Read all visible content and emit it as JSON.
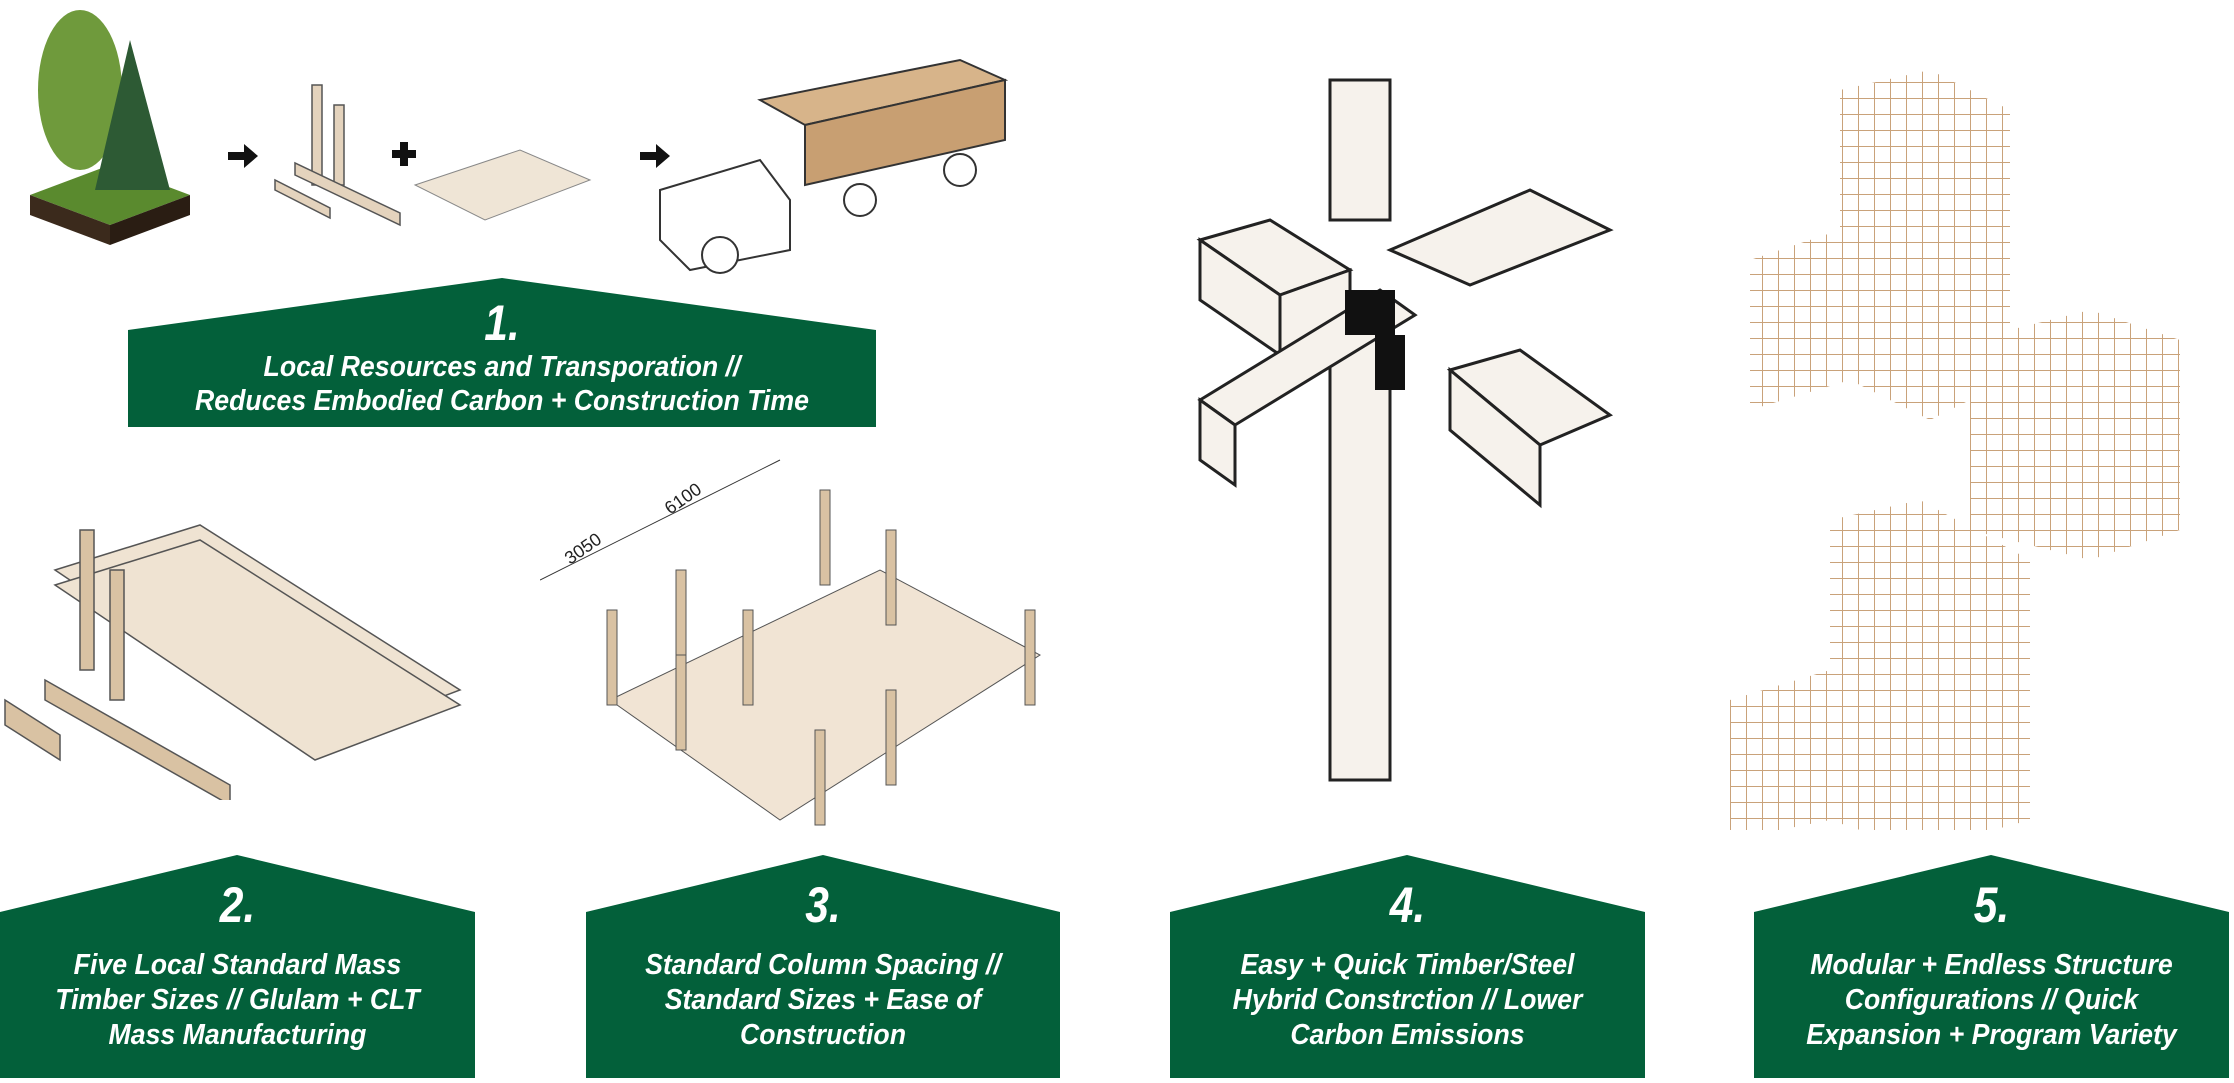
{
  "colors": {
    "panel": "#03603a",
    "timber": "#d9c2a3",
    "timber_dark": "#b79b78",
    "frame": "#c9a27a"
  },
  "steps": [
    {
      "number": "1.",
      "lines": [
        "Local Resources and Transporation //",
        "Reduces Embodied Carbon + Construction Time"
      ]
    },
    {
      "number": "2.",
      "lines": [
        "Five Local Standard Mass",
        "Timber Sizes // Glulam + CLT",
        "Mass Manufacturing"
      ]
    },
    {
      "number": "3.",
      "lines": [
        "Standard Column Spacing //",
        "Standard Sizes + Ease of",
        "Construction"
      ]
    },
    {
      "number": "4.",
      "lines": [
        "Easy + Quick Timber/Steel",
        "Hybrid Constrction // Lower",
        "Carbon Emissions"
      ]
    },
    {
      "number": "5.",
      "lines": [
        "Modular + Endless Structure",
        "Configurations // Quick",
        "Expansion + Program Variety"
      ]
    }
  ],
  "dimensions": {
    "short": "3050",
    "long": "6100"
  }
}
